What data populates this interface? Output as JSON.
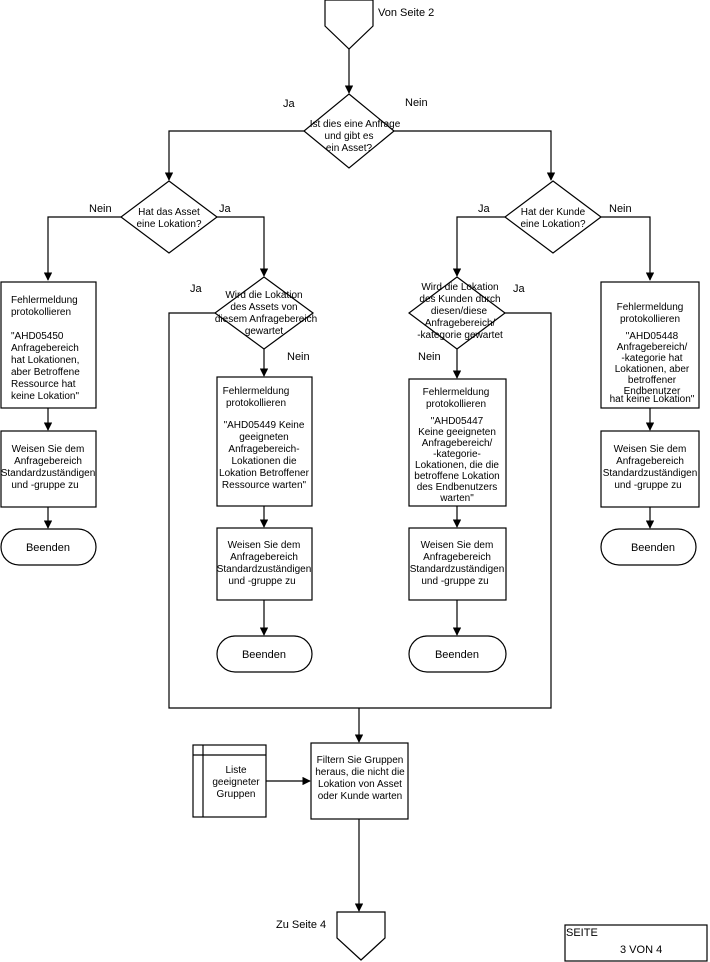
{
  "connectors": {
    "from_page": "Von Seite 2",
    "to_page": "Zu Seite 4"
  },
  "decisions": {
    "request_asset": {
      "lines": [
        "Ist dies eine Anfrage",
        "und gibt es",
        "ein Asset?"
      ],
      "yes": "Ja",
      "no": "Nein"
    },
    "asset_location": {
      "lines": [
        "Hat das Asset",
        "eine Lokation?"
      ],
      "yes": "Ja",
      "no": "Nein"
    },
    "customer_location": {
      "lines": [
        "Hat der Kunde",
        "eine Lokation?"
      ],
      "yes": "Ja",
      "no": "Nein"
    },
    "asset_location_serviced": {
      "lines": [
        "Wird die Lokation",
        "des Assets von",
        "diesem Anfragebereich",
        "gewartet"
      ],
      "yes": "Ja",
      "no": "Nein"
    },
    "customer_location_serviced": {
      "lines": [
        "Wird die Lokation",
        "des Kunden durch",
        "diesen/diese",
        "Anfragebereich/",
        "-kategorie gewartet"
      ],
      "yes": "Ja",
      "no": "Nein"
    }
  },
  "processes": {
    "log_05450": [
      "Fehlermeldung",
      "protokollieren",
      "",
      "\"AHD05450",
      "Anfragebereich",
      "hat Lokationen,",
      "aber Betroffene",
      "Ressource hat",
      "keine Lokation\""
    ],
    "log_05449": [
      "Fehlermeldung",
      "protokollieren",
      "",
      "\"AHD05449 Keine",
      "geeigneten",
      "Anfragebereich-",
      "Lokationen die",
      "Lokation Betroffener",
      "Ressource warten\""
    ],
    "log_05447": [
      "Fehlermeldung",
      "protokollieren",
      "",
      "\"AHD05447",
      "Keine geeigneten",
      "Anfragebereich/",
      "-kategorie-",
      "Lokationen, die die",
      "betroffene Lokation",
      "des Endbenutzers",
      "warten\""
    ],
    "log_05448": [
      "Fehlermeldung",
      "protokollieren",
      "",
      "\"AHD05448",
      "Anfragebereich/",
      "-kategorie hat",
      "Lokationen, aber",
      "betroffener",
      "Endbenutzer",
      "hat keine Lokation\""
    ],
    "assign_default": [
      "Weisen Sie dem",
      "Anfragebereich",
      "Standardzuständigen",
      "und -gruppe zu"
    ],
    "filter_groups": [
      "Filtern Sie Gruppen",
      "heraus, die nicht die",
      "Lokation von Asset",
      "oder Kunde warten"
    ]
  },
  "terminals": {
    "end_label": "Beenden"
  },
  "data_store": {
    "lines": [
      "Liste",
      "geeigneter",
      "Gruppen"
    ]
  },
  "page_box": {
    "label": "SEITE",
    "page": "3 VON 4"
  }
}
